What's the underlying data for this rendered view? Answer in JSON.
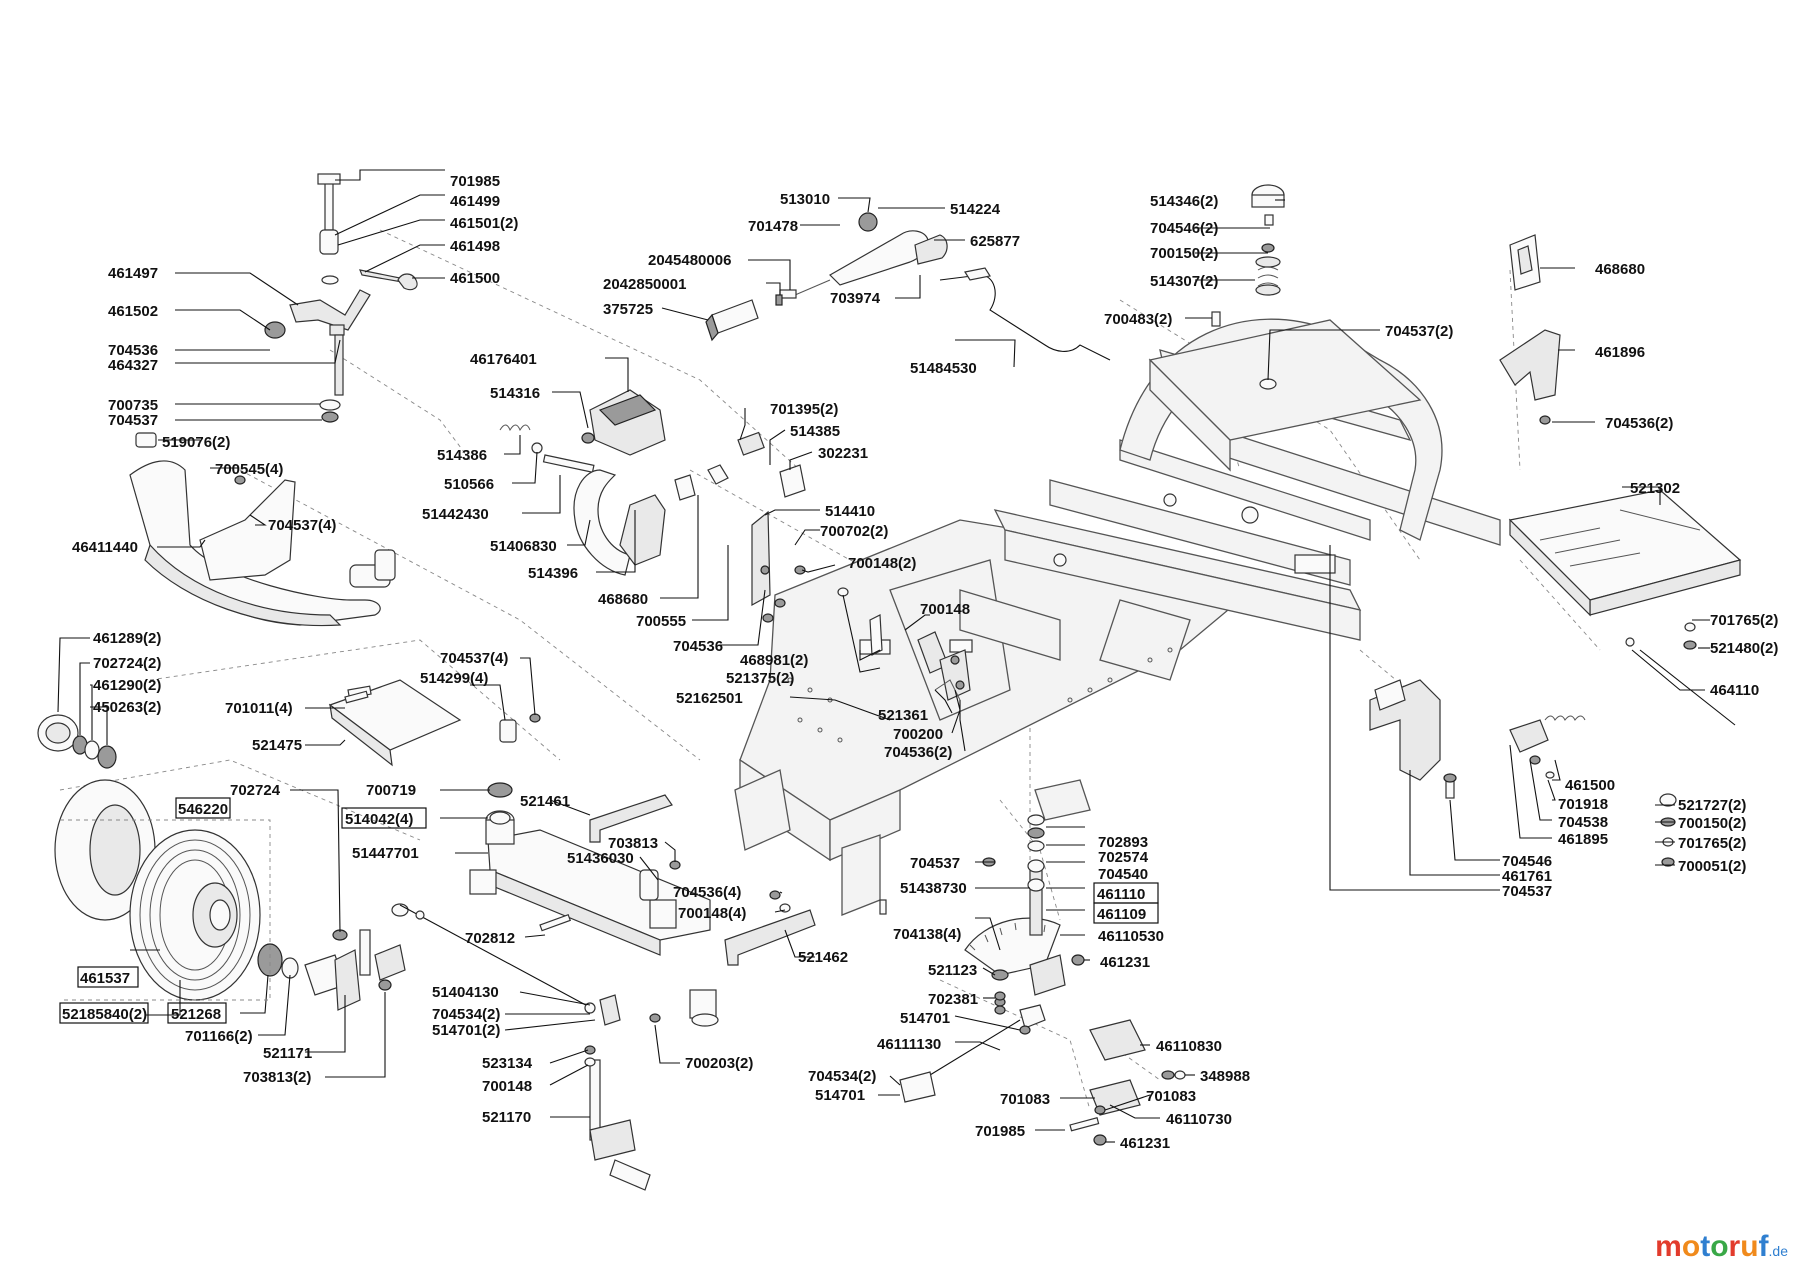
{
  "brand": {
    "logo_letters": [
      "m",
      "o",
      "t",
      "o",
      "r",
      "u",
      "f"
    ],
    "logo_colors": [
      "#e23b2c",
      "#f08a1c",
      "#2f7fd0",
      "#39a847",
      "#e23b2c",
      "#f08a1c",
      "#2f7fd0"
    ],
    "domain": ".de"
  },
  "labels": {
    "l01": "701985",
    "l02": "461499",
    "l03": "461501(2)",
    "l04": "461498",
    "l05": "461500",
    "l06": "461497",
    "l07": "461502",
    "l08": "704536",
    "l09": "464327",
    "l10": "700735",
    "l11": "704537",
    "l12": "519076(2)",
    "l13": "700545(4)",
    "l14": "704537(4)",
    "l15": "46411440",
    "l16": "513010",
    "l17": "514224",
    "l18": "701478",
    "l19": "625877",
    "l20": "2045480006",
    "l21": "2042850001",
    "l22": "703974",
    "l23": "375725",
    "l24": "51484530",
    "l25": "46176401",
    "l26": "514316",
    "l27": "514386",
    "l28": "510566",
    "l29": "51442430",
    "l30": "51406830",
    "l31": "514396",
    "l32": "468680",
    "l33": "700555",
    "l34": "704536",
    "l35": "701395(2)",
    "l36": "514385",
    "l37": "302231",
    "l38": "514410",
    "l39": "700702(2)",
    "l40": "700148(2)",
    "l41": "700148",
    "l42": "468981(2)",
    "l43": "521375(2)",
    "l44": "52162501",
    "l45": "521361",
    "l46": "700200",
    "l47": "704536(2)",
    "l48": "514346(2)",
    "l49": "704546(2)",
    "l50": "700150(2)",
    "l51": "514307(2)",
    "l52": "700483(2)",
    "l53": "704537(2)",
    "l54": "468680",
    "l55": "461896",
    "l56": "704536(2)",
    "l57": "521302",
    "l58": "701765(2)",
    "l59": "521480(2)",
    "l60": "464110",
    "l61": "461500",
    "l62": "701918",
    "l63": "704538",
    "l64": "461895",
    "l65": "704546",
    "l66": "461761",
    "l67": "704537",
    "l68": "521727(2)",
    "l69": "700150(2)",
    "l70": "701765(2)",
    "l71": "700051(2)",
    "l72": "461289(2)",
    "l73": "702724(2)",
    "l74": "461290(2)",
    "l75": "450263(2)",
    "l76": "701011(4)",
    "l77": "704537(4)",
    "l78": "514299(4)",
    "l79": "521475",
    "l80": "702724",
    "l81": "546220",
    "l82": "700719",
    "l83": "514042(4)",
    "l84": "521461",
    "l85": "51447701",
    "l86": "703813",
    "l87": "51436030",
    "l88": "704536(4)",
    "l89": "700148(4)",
    "l90": "521462",
    "l91": "702812",
    "l92": "461537",
    "l93": "52185840(2)",
    "l94": "521268",
    "l95": "701166(2)",
    "l96": "521171",
    "l97": "703813(2)",
    "l98": "51404130",
    "l99": "704534(2)",
    "l100": "514701(2)",
    "l101": "523134",
    "l102": "700148",
    "l103": "521170",
    "l104": "700203(2)",
    "l105": "704537",
    "l106": "51438730",
    "l107": "704138(4)",
    "l108": "702893",
    "l109": "702574",
    "l110": "704540",
    "l111": "461110",
    "l112": "461109",
    "l113": "46110530",
    "l114": "461231",
    "l115": "521123",
    "l116": "702381",
    "l117": "514701",
    "l118": "46111130",
    "l119": "704534(2)",
    "l120": "514701",
    "l121": "46110830",
    "l122": "348988",
    "l123": "701083",
    "l124": "701083",
    "l125": "46110730",
    "l126": "701985",
    "l127": "461231"
  }
}
